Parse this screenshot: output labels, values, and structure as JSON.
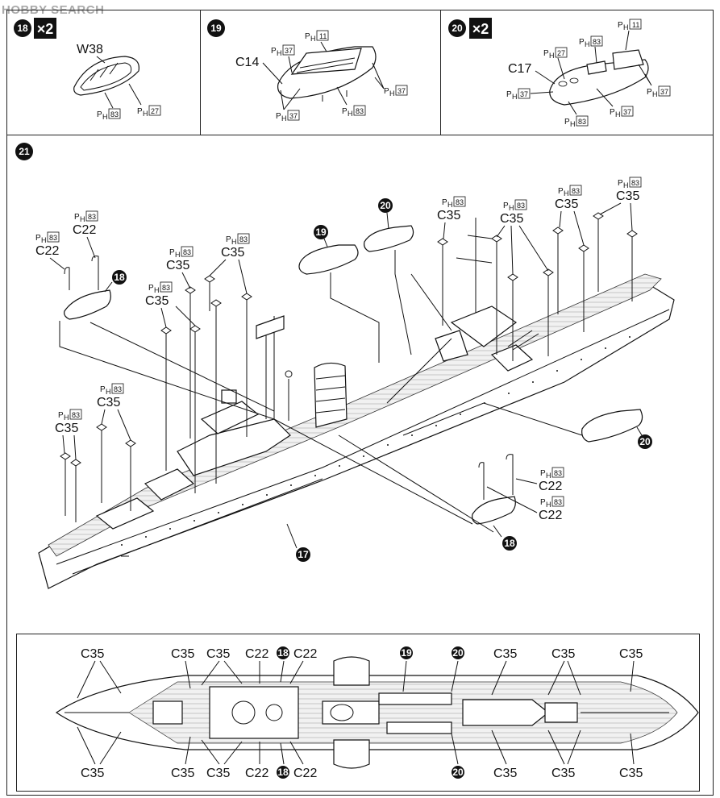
{
  "watermark": "HOBBY SEARCH",
  "steps": [
    {
      "num": "18",
      "mult": "×2",
      "part": "W38",
      "refs": [
        "83",
        "27"
      ]
    },
    {
      "num": "19",
      "part": "C14",
      "refs": [
        "11",
        "37",
        "37",
        "37",
        "83"
      ]
    },
    {
      "num": "20",
      "mult": "×2",
      "part": "C17",
      "refs": [
        "11",
        "83",
        "27",
        "37",
        "37",
        "37",
        "83"
      ]
    },
    {
      "num": "21"
    }
  ],
  "paint_prefix": "P",
  "paint_sub": "H",
  "main": {
    "badges": [
      "18",
      "19",
      "20",
      "17",
      "20",
      "18"
    ],
    "c35_ref": "83",
    "c22_ref": "83",
    "c35": "C35",
    "c22": "C22"
  },
  "plan": {
    "top_labels": [
      "C35",
      "C35",
      "C35",
      "C22",
      "18",
      "C22",
      "19",
      "20",
      "C35",
      "C35",
      "C35"
    ],
    "bottom_labels": [
      "C35",
      "C35",
      "C35",
      "C22",
      "18",
      "C22",
      "20",
      "C35",
      "C35",
      "C35"
    ]
  }
}
